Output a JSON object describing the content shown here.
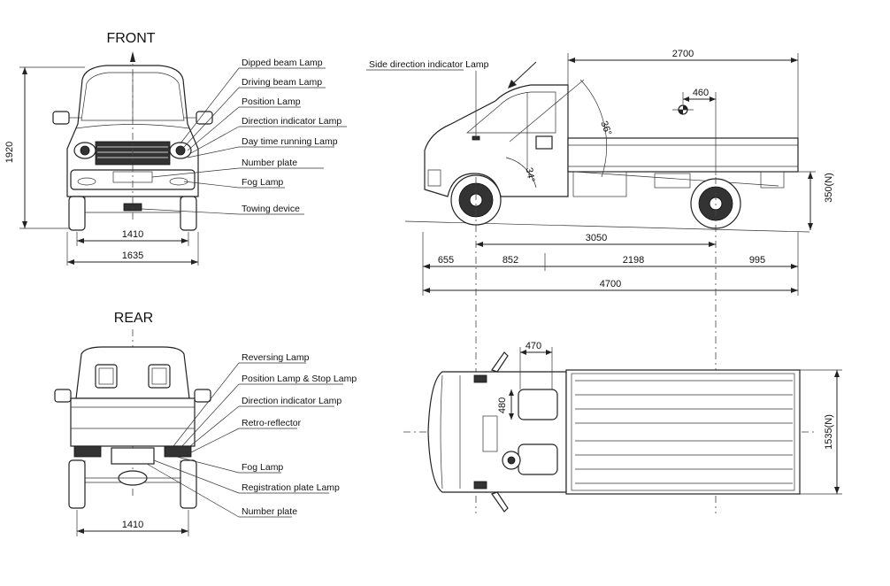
{
  "front": {
    "title": "FRONT",
    "labels": [
      "Dipped beam Lamp",
      "Driving beam Lamp",
      "Position Lamp",
      "Direction  indicator Lamp",
      "Day time running Lamp",
      "Number plate",
      "Fog Lamp",
      "Towing device"
    ],
    "dims": {
      "height": "1920",
      "track": "1410",
      "width": "1635"
    }
  },
  "rear": {
    "title": "REAR",
    "labels": [
      "Reversing Lamp",
      "Position Lamp & Stop Lamp",
      "Direction  indicator Lamp",
      "Retro-reflector",
      "Fog Lamp",
      "Registration plate Lamp",
      "Number plate"
    ],
    "dims": {
      "track": "1410"
    }
  },
  "side": {
    "label_side_indicator": "Side  direction indicator Lamp",
    "dims": {
      "cargo_length": "2700",
      "cg_offset": "460",
      "wheelbase": "3050",
      "front_overhang": "655",
      "seg_852": "852",
      "seg_2198": "2198",
      "rear_overhang": "995",
      "overall_length": "4700",
      "floor_height": "350(N)",
      "angle_36": "36°",
      "angle_34": "34°"
    }
  },
  "top": {
    "dims": {
      "seat_width": "470",
      "seat_depth": "480",
      "cargo_width": "1535(N)"
    }
  }
}
